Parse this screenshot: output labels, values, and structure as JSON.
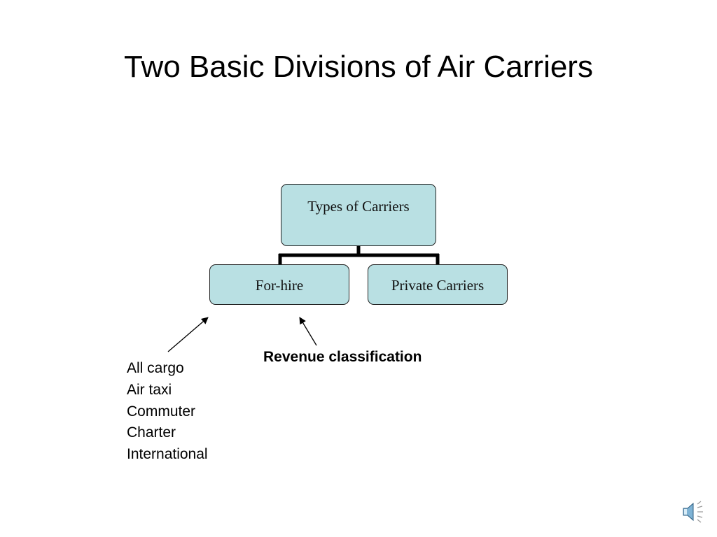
{
  "slide": {
    "title": "Two Basic Divisions of Air Carriers"
  },
  "diagram": {
    "root": "Types of Carriers",
    "children": [
      "For-hire",
      "Private Carriers"
    ],
    "box_fill": "#b9e0e3",
    "connector_color": "#000000"
  },
  "annotations": {
    "revenue_label": "Revenue classification",
    "for_hire_types": [
      "All cargo",
      "Air taxi",
      "Commuter",
      "Charter",
      "International"
    ]
  },
  "icons": {
    "audio": "speaker-icon"
  }
}
